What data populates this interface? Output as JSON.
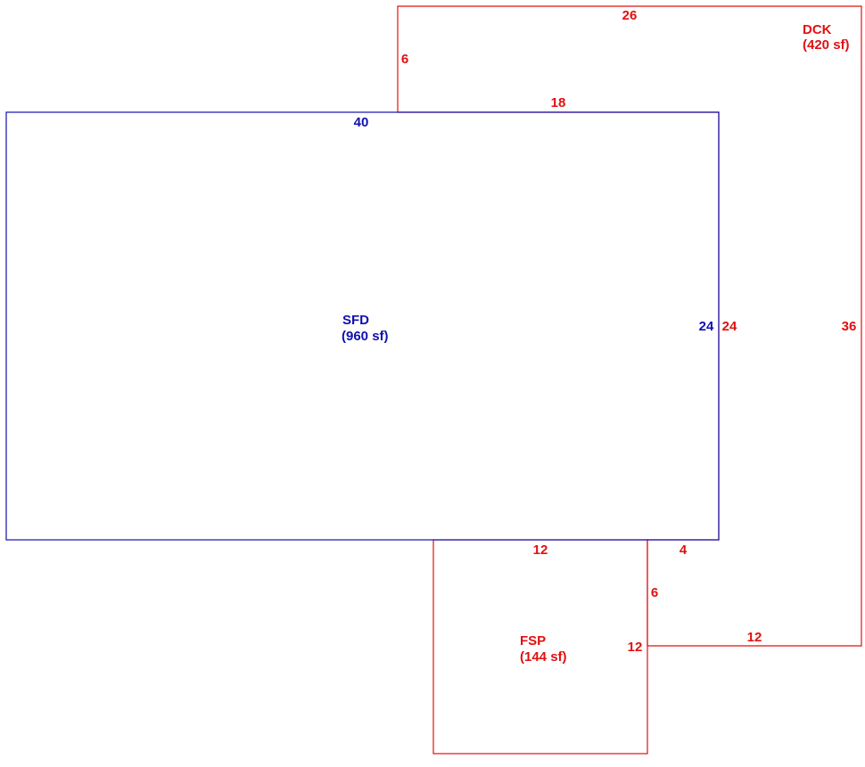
{
  "colors": {
    "sfd": "#1010b0",
    "addition": "#e01010",
    "background": "#ffffff"
  },
  "sfd": {
    "name": "SFD",
    "area": "(960 sf)",
    "dim_top": "40",
    "dim_right": "24"
  },
  "dck": {
    "name": "DCK",
    "area": "(420 sf)",
    "dim_top": "26",
    "dim_left": "6",
    "dim_inner_top": "18",
    "dim_left_shared": "24",
    "dim_right": "36",
    "dim_bottom_step": "4",
    "dim_step_vertical": "6",
    "dim_bottom": "12"
  },
  "fsp": {
    "name": "FSP",
    "area": "(144 sf)",
    "dim_top": "12",
    "dim_right": "12"
  }
}
